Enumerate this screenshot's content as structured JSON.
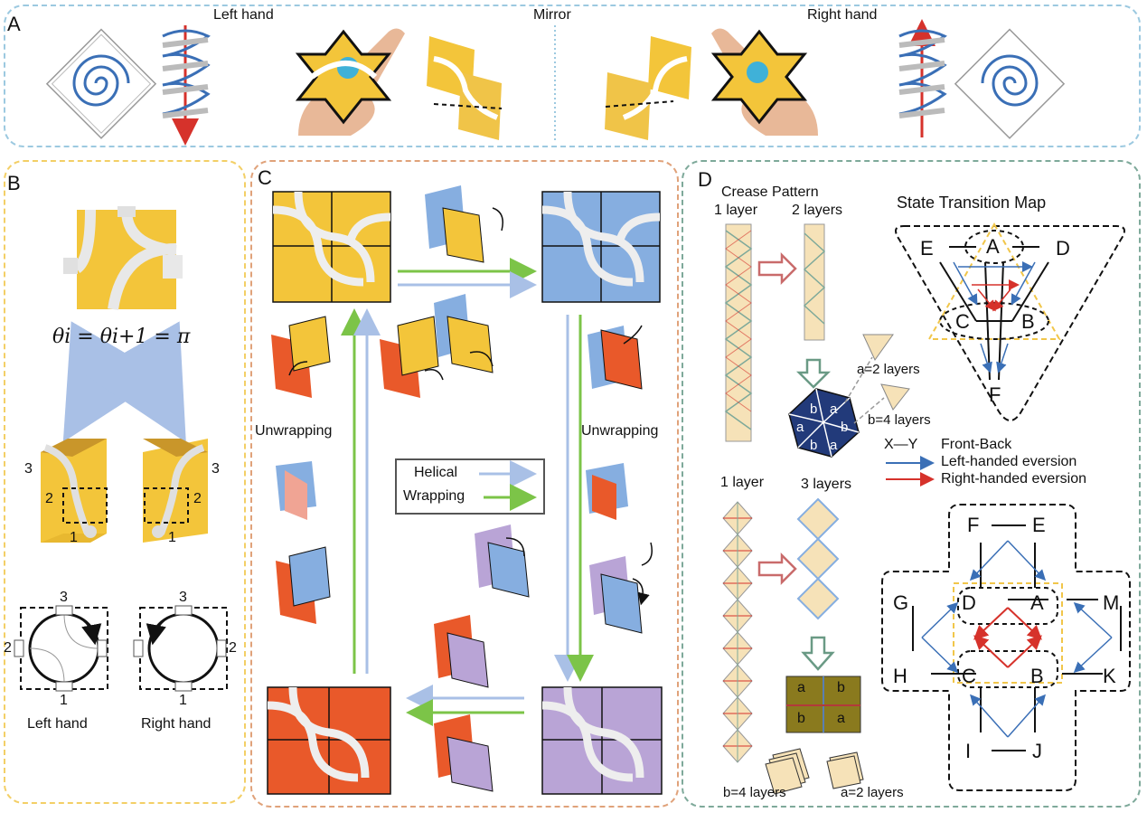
{
  "panels": {
    "a": {
      "label": "A",
      "left_title": "Left hand",
      "mirror": "Mirror",
      "right_title": "Right hand"
    },
    "b": {
      "label": "B",
      "equation": "θi = θi+1 = π",
      "fold_numbers": [
        "3",
        "2",
        "1",
        "3",
        "2",
        "1"
      ],
      "ring_numbers": [
        "3",
        "2",
        "1",
        "3",
        "2",
        "1"
      ],
      "left_caption": "Left hand",
      "right_caption": "Right hand"
    },
    "c": {
      "label": "C",
      "unwrap_left": "Unwrapping",
      "unwrap_right": "Unwrapping",
      "legend": {
        "helical": "Helical",
        "wrapping": "Wrapping"
      }
    },
    "d": {
      "label": "D",
      "crease_title": "Crease Pattern",
      "one_layer": "1 layer",
      "two_layers": "2 layers",
      "three_layers": "3 layers",
      "one_layer_b": "1 layer",
      "a_two_layers": "a=2 layers",
      "b_four_layers": "b=4 layers",
      "b_four_layers_bottom": "b=4 layers",
      "a_two_layers_bottom": "a=2 layers",
      "hex_letters": [
        "b",
        "a",
        "a",
        "b",
        "a",
        "b"
      ],
      "square_letters": [
        "a",
        "b",
        "b",
        "a"
      ],
      "map_title": "State Transition Map",
      "legend_front_back_symbol": "X—Y",
      "legend_front_back": "Front-Back",
      "legend_left": "Left-handed eversion",
      "legend_right": "Right-handed eversion",
      "triangle_nodes": [
        "E",
        "A",
        "D",
        "C",
        "B",
        "F"
      ],
      "cross_nodes": [
        "F",
        "E",
        "G",
        "D",
        "A",
        "M",
        "H",
        "C",
        "B",
        "K",
        "I",
        "J"
      ]
    }
  },
  "colors": {
    "panel_a_border": "#9cc9e0",
    "panel_b_border": "#f3cf66",
    "panel_c_border": "#e0a27a",
    "panel_d_border": "#7ea99a",
    "yellow_sheet": "#f3c53a",
    "blue_sheet": "#86aee0",
    "orange_sheet": "#e9592a",
    "purple_sheet": "#b9a4d6",
    "helical_arrow": "#a9c0e6",
    "wrapping_arrow": "#7cc448",
    "left_eversion": "#3a6fb6",
    "right_eversion": "#d6322b",
    "crease_fill": "#f6e2b8",
    "hex_fill": "#223a7a",
    "highlight_yellow": "#f1c64a"
  }
}
